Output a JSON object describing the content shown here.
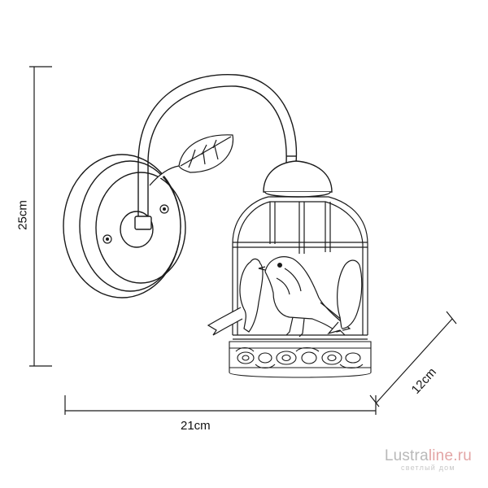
{
  "dimensions": {
    "height": "25cm",
    "width": "21cm",
    "depth": "12cm"
  },
  "watermark": {
    "brand_main": "Lustra",
    "brand_accent": "line.ru",
    "tagline": "светлый дом",
    "accent_color": "#e3a6a6",
    "text_color": "#b9b9b9"
  },
  "line_color": "#1a1a1a"
}
